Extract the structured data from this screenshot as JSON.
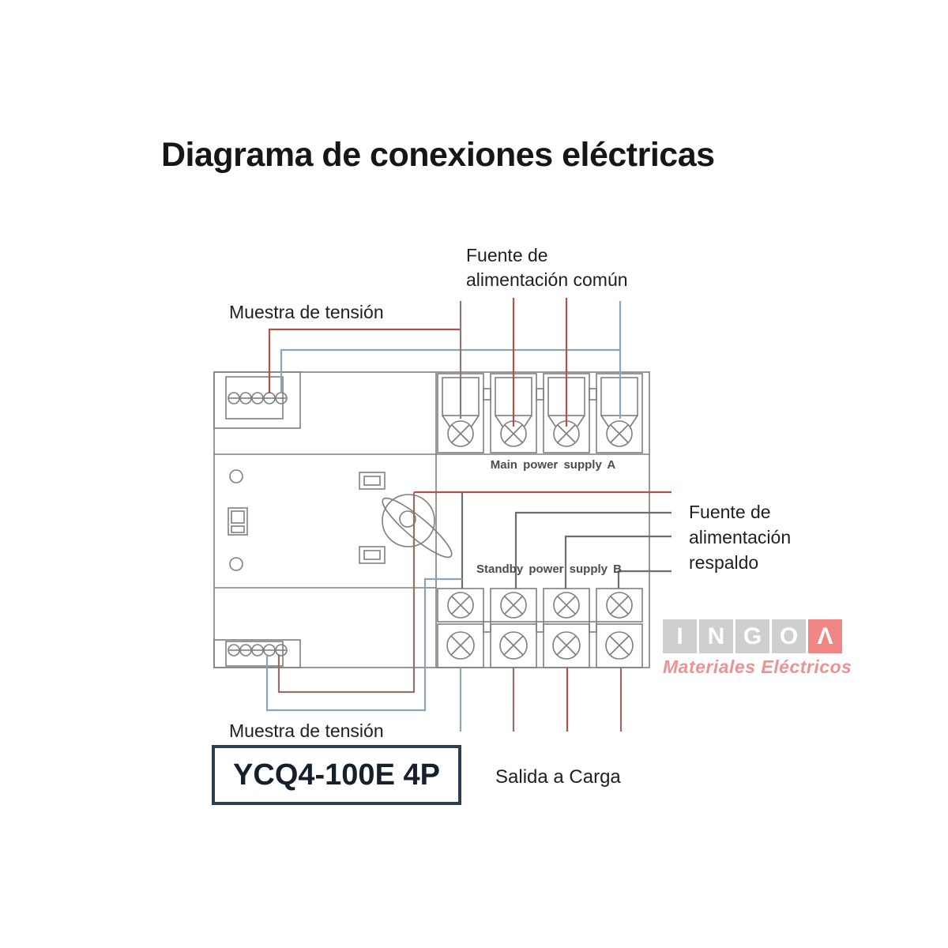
{
  "page": {
    "title": "Diagrama de conexiones eléctricas",
    "background": "#ffffff"
  },
  "annotations": {
    "fuente_comun": {
      "line1": "Fuente de",
      "line2": "alimentación común"
    },
    "muestra_tension_top": "Muestra de tensión",
    "fuente_respaldo": {
      "line1": "Fuente de",
      "line2": "alimentación",
      "line3": "respaldo"
    },
    "muestra_tension_bottom": "Muestra de tensión",
    "salida_carga": "Salida a Carga",
    "model_number": "YCQ4-100E 4P"
  },
  "device": {
    "type": "automatic-transfer-switch-wiring-diagram",
    "top_terminal_label": "Main power supply A",
    "standby_terminal_label": "Standby power supply B",
    "main_terminal_count": 4,
    "standby_terminal_count": 4,
    "output_terminal_count": 4,
    "aux_terminal_count_top": 5,
    "aux_terminal_count_bottom": 5
  },
  "watermark": {
    "brand_letters": [
      "I",
      "N",
      "G",
      "O",
      "Λ"
    ],
    "tagline": "Materiales Eléctricos",
    "square_gray": "#c7c7c7",
    "square_red": "#ef7272",
    "tagline_color": "#ea7f7f"
  },
  "colors": {
    "outline": "#7e7e7e",
    "wire_red": "#b0524a",
    "wire_brown": "#94706a",
    "wire_brown_dark": "#9d6a62",
    "wire_gray_brown": "#8a7a74",
    "wire_blue_gray": "#8ba6b1",
    "wire_dark": "#6e6e6e",
    "model_box_border": "#2c3e50"
  }
}
